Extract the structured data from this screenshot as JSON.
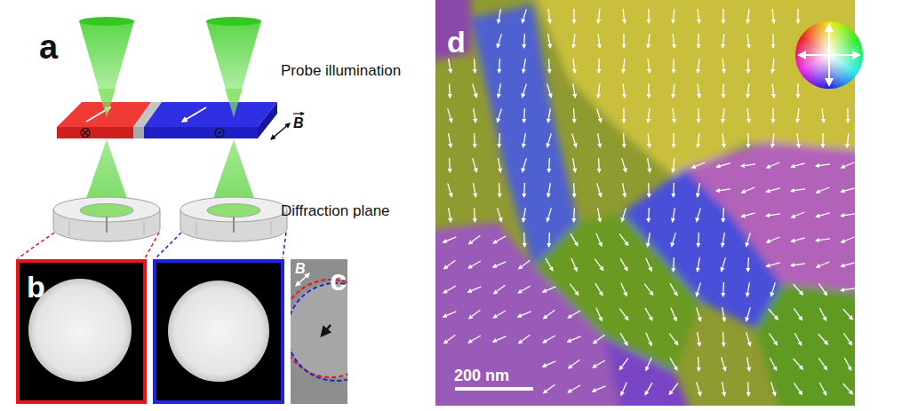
{
  "diagram": {
    "nodes": [
      {
        "text": [
          "b"
        ]
      },
      {
        "text": [
          "c",
          "B"
        ]
      },
      {
        "text": [
          "d",
          "200 nm"
        ]
      }
    ],
    "labels": [
      "a",
      "Probe illumination",
      "B",
      "Diffraction plane"
    ]
  }
}
